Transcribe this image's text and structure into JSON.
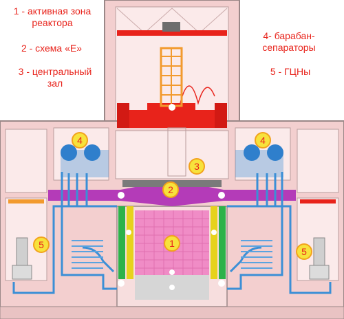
{
  "legend": {
    "item1_line1": "1 - активная зона",
    "item1_line2": "реактора",
    "item2": "2 - схема «Е»",
    "item3_line1": "3 - центральный",
    "item3_line2": "зал",
    "item4_line1": "4- барабан-",
    "item4_line2": "сепараторы",
    "item5": "5 - ГЦНы"
  },
  "markers": {
    "m1": "1",
    "m2": "2",
    "m3": "3",
    "m4": "4",
    "m5": "5"
  },
  "colors": {
    "wall": "#f3cfcf",
    "wall_outline": "#9a8787",
    "room": "#fbeaea",
    "crane": "#e8231b",
    "scaffold": "#f29a2e",
    "schema_e": "#b43bb8",
    "pipes": "#3b8fd6",
    "core": "#f08cc6",
    "marker_fill": "#f7e23c",
    "marker_ring": "#f2a21c",
    "marker_text": "#e8231b",
    "legend_text": "#e8231b"
  }
}
